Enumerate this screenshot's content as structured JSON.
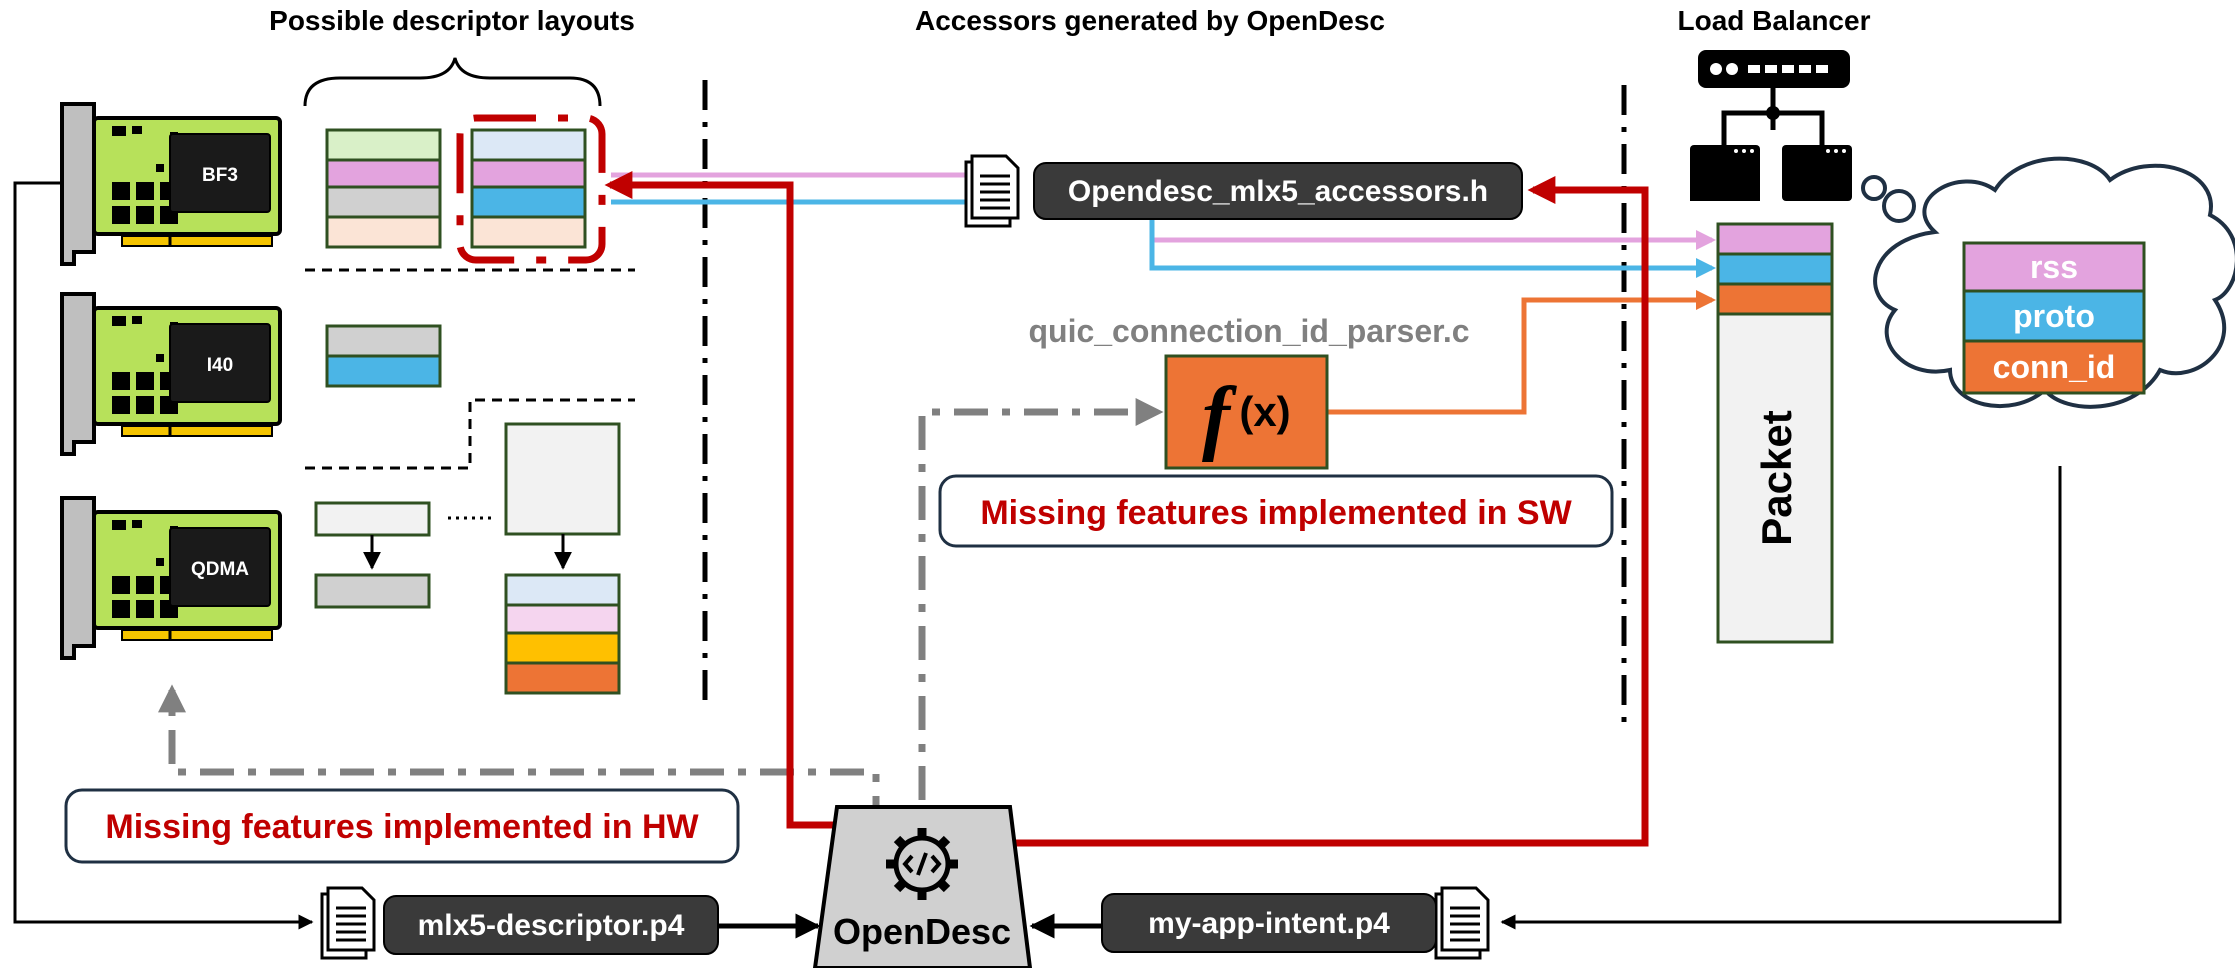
{
  "headers": {
    "layouts": "Possible descriptor layouts",
    "accessors": "Accessors generated by OpenDesc",
    "load_balancer": "Load Balancer"
  },
  "nics": [
    {
      "label": "BF3"
    },
    {
      "label": "I40"
    },
    {
      "label": "QDMA"
    }
  ],
  "files": {
    "accessors_header": "Opendesc_mlx5_accessors.h",
    "parser": "quic_connection_id_parser.c",
    "descriptor": "mlx5-descriptor.p4",
    "intent": "my-app-intent.p4"
  },
  "function_box": {
    "f": "f",
    "args": "(x)"
  },
  "callouts": {
    "sw": "Missing features implemented in SW",
    "hw": "Missing features implemented in HW"
  },
  "tool": {
    "label": "OpenDesc",
    "icon": "gear-code-icon"
  },
  "packet": {
    "label": "Packet"
  },
  "fields": [
    {
      "label": "rss",
      "color": "#e3a3de"
    },
    {
      "label": "proto",
      "color": "#4bb5e6"
    },
    {
      "label": "conn_id",
      "color": "#ed7435"
    }
  ],
  "colors": {
    "pink": "#e3a3de",
    "blue": "#4bb5e6",
    "orange": "#ed7435",
    "red": "#c00000",
    "gray": "#808080",
    "dark": "#3a3a3a",
    "green_board": "#b7e15a"
  }
}
